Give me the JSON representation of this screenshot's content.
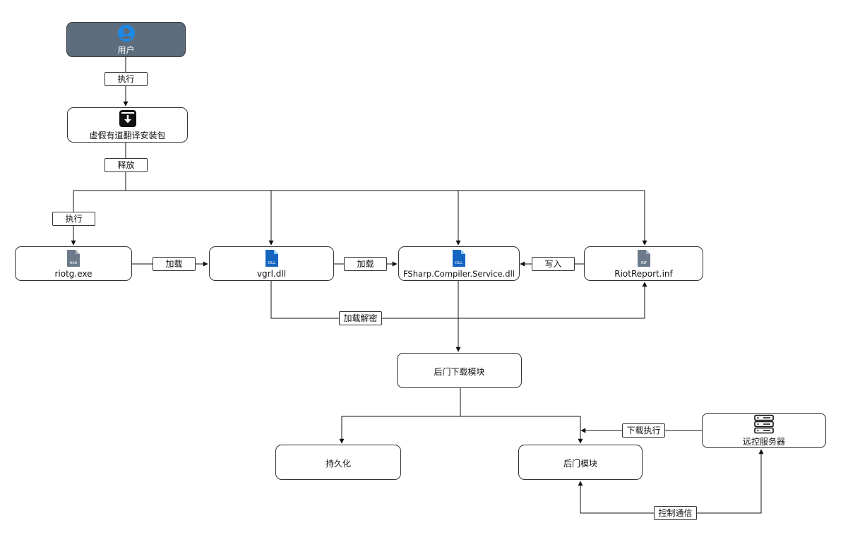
{
  "nodes": {
    "user": "用户",
    "installer": "虚假有道翻译安装包",
    "riotg": "riotg.exe",
    "vgrl": "vgrl.dll",
    "fsharp": "FSharp.Compiler.Service.dll",
    "riotreport": "RiotReport.inf",
    "backdoor_downloader": "后门下载模块",
    "persistence": "持久化",
    "backdoor": "后门模块",
    "remote_server": "远控服务器"
  },
  "edges": {
    "execute_1": "执行",
    "release": "释放",
    "execute_2": "执行",
    "load_1": "加载",
    "load_2": "加载",
    "write": "写入",
    "load_decrypt": "加载解密",
    "download_execute": "下载执行",
    "control_comm": "控制通信"
  },
  "icons": {
    "user": "user-avatar-icon",
    "installer": "download-box-icon",
    "riotg": "exe-file-icon",
    "vgrl": "dll-file-icon",
    "fsharp": "dll-file-icon",
    "riotreport": "inf-file-icon",
    "remote_server": "server-icon"
  },
  "icon_text": {
    "exe": "exe",
    "dll": "DLL",
    "inf": "INF"
  },
  "colors": {
    "user_fill": "#5d6d7e",
    "user_icon": "#1e88e5",
    "dll_icon": "#1565c0",
    "file_icon_gray": "#6c7a89",
    "line": "#111111"
  }
}
